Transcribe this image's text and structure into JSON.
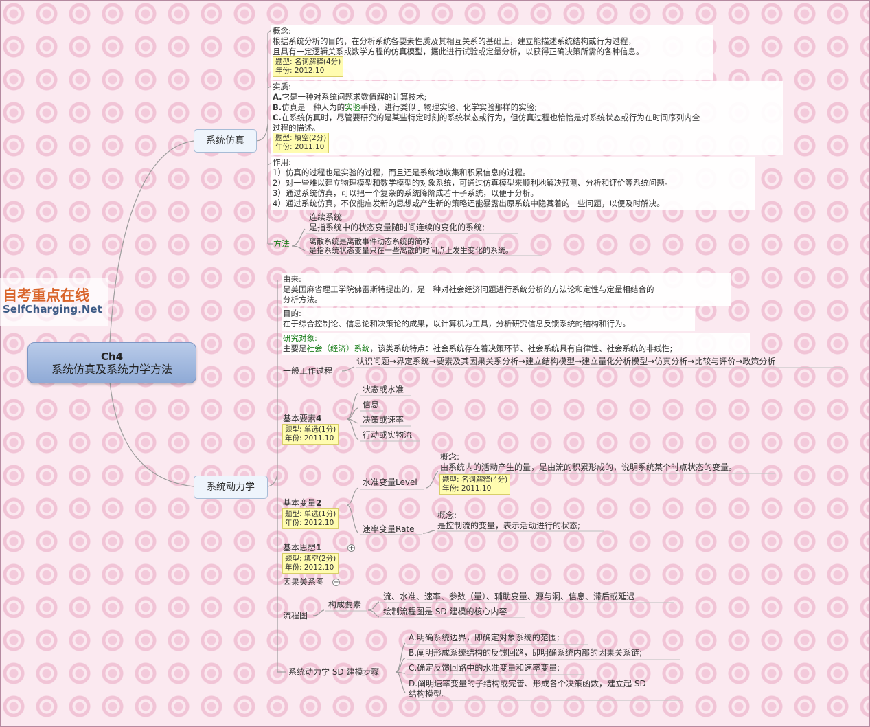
{
  "central": {
    "line1": "Ch4",
    "line2": "系统仿真及系统力学方法"
  },
  "logo": {
    "cn": "自考重点在线",
    "en": "SelfCharging.Net"
  },
  "sim": {
    "title": "系统仿真",
    "concept": {
      "label": "概念:",
      "l1": "根据系统分析的目的，在分析系统各要素性质及其相互关系的基础上，建立能描述系统结构或行为过程，",
      "l2": "且具有一定逻辑关系或数学方程的仿真模型，据此进行试验或定量分析，以获得正确决策所需的各种信息。",
      "note1": "题型: 名词解释(4分)",
      "note2": "年份: 2012.10"
    },
    "essence": {
      "label": "实质:",
      "a_key": "A.",
      "a_text": "它是一种对系统问题求数值解的计算技术;",
      "b_key": "B.",
      "b_pre": "仿真是一种人为的",
      "b_hl": "实验",
      "b_post": "手段，进行类似于物理实验、化学实验那样的实验;",
      "c_key": "C.",
      "c_text": "在系统仿真时，尽管要研究的是某些特定时刻的系统状态或行为，但仿真过程也恰恰是对系统状态或行为在时间序列内全",
      "c_text2": "过程的描述。",
      "note1": "题型: 填空(2分)",
      "note2": "年份: 2011.10"
    },
    "role": {
      "label": "作用:",
      "items": [
        "1）仿真的过程也是实验的过程，而且还是系统地收集和积累信息的过程。",
        "2）对一些难以建立物理模型和数学模型的对象系统，可通过仿真模型来顺利地解决预测、分析和评价等系统问题。",
        "3）通过系统仿真，可以把一个复杂的系统降阶成若干子系统，以便于分析。",
        "4）通过系统仿真，不仅能启发新的思想或产生新的策略还能暴露出原系统中隐藏着的一些问题，以便及时解决。"
      ]
    },
    "method": {
      "label": "方法",
      "cont_title": "连续系统",
      "cont_text": "是指系统中的状态变量随时间连续的变化的系统;",
      "disc1": "离散系统是离散事件动态系统的简称,",
      "disc2": "是指系统状态变量只在一些离散的时间点上发生变化的系统。"
    }
  },
  "sd": {
    "title": "系统动力学",
    "origin": {
      "label": "由来:",
      "l1": "是美国麻省理工学院佛雷斯特提出的，是一种对社会经济问题进行系统分析的方法论和定性与定量相结合的",
      "l2": "分析方法。"
    },
    "purpose": {
      "label": "目的:",
      "text": "在于综合控制论、信息论和决策论的成果，以计算机为工具，分析研究信息反馈系统的结构和行为。"
    },
    "object": {
      "label": "研究对象:",
      "pre": "主要是",
      "hl": "社会（经济）系统",
      "post": "，该类系统特点：社会系统存在着决策环节、社会系统具有自律性、社会系统的非线性;"
    },
    "process": {
      "label": "一般工作过程",
      "text": "认识问题→界定系统→要素及其因果关系分析→建立结构模型→建立量化分析模型→仿真分析→比较与评价→政策分析"
    },
    "elements": {
      "label": "基本要素",
      "num": "4",
      "note1": "题型: 单选(1分)",
      "note2": "年份: 2011.10",
      "items": [
        "状态或水准",
        "信息",
        "决策或速率",
        "行动或实物流"
      ]
    },
    "variables": {
      "label": "基本变量",
      "num": "2",
      "note1": "题型: 单选(1分)",
      "note2": "年份: 2012.10",
      "level": {
        "label": "水准变量Level",
        "clabel": "概念:",
        "text": "由系统内的活动产生的量，是由流的积累形成的，说明系统某个时点状态的变量。",
        "note1": "题型: 名词解释(4分)",
        "note2": "年份: 2011.10"
      },
      "rate": {
        "label": "速率变量Rate",
        "clabel": "概念:",
        "text": "是控制流的变量，表示活动进行的状态;"
      }
    },
    "idea": {
      "label": "基本思想",
      "num": "1",
      "note1": "题型: 填空(2分)",
      "note2": "年份: 2012.10"
    },
    "causal": {
      "label": "因果关系图"
    },
    "flow": {
      "label": "流程图",
      "sub": "构成要素",
      "i1": "流、水准、速率、参数（量）、辅助变量、源与洞、信息、滞后或延迟",
      "i2": "绘制流程图是 SD 建模的核心内容"
    },
    "steps": {
      "label": "系统动力学 SD 建模步骤",
      "a": "A.明确系统边界，即确定对象系统的范围;",
      "b": "B.阐明形成系统结构的反馈回路，即明确系统内部的因果关系链;",
      "c": "C.确定反馈回路中的水准变量和速率变量;",
      "d1": "D.阐明速率变量的子结构或完善、形成各个决策函数，建立起 SD",
      "d2": "结构模型。"
    }
  }
}
